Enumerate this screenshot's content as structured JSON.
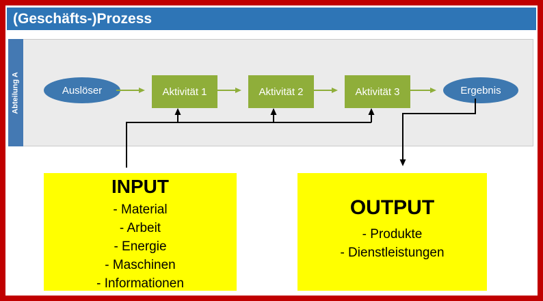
{
  "header": {
    "title": "(Geschäfts-)Prozess"
  },
  "swimlane": {
    "label": "Abteilung A"
  },
  "flow": {
    "start": "Auslöser",
    "activities": [
      "Aktivität 1",
      "Aktivität 2",
      "Aktivität 3"
    ],
    "end": "Ergebnis"
  },
  "input_box": {
    "title": "INPUT",
    "items": [
      "- Material",
      "- Arbeit",
      "- Energie",
      "- Maschinen",
      "- Informationen"
    ]
  },
  "output_box": {
    "title": "OUTPUT",
    "items": [
      "- Produkte",
      "- Dienstleistungen"
    ]
  },
  "colors": {
    "frame-red": "#C00000",
    "header-blue": "#2E75B6",
    "lane-blue": "#4479B3",
    "lane-gray": "#EBEBEB",
    "shape-blue": "#3D78B0",
    "shape-green": "#8FAE3A",
    "note-yellow": "#FFFF00",
    "connector-black": "#000000"
  }
}
